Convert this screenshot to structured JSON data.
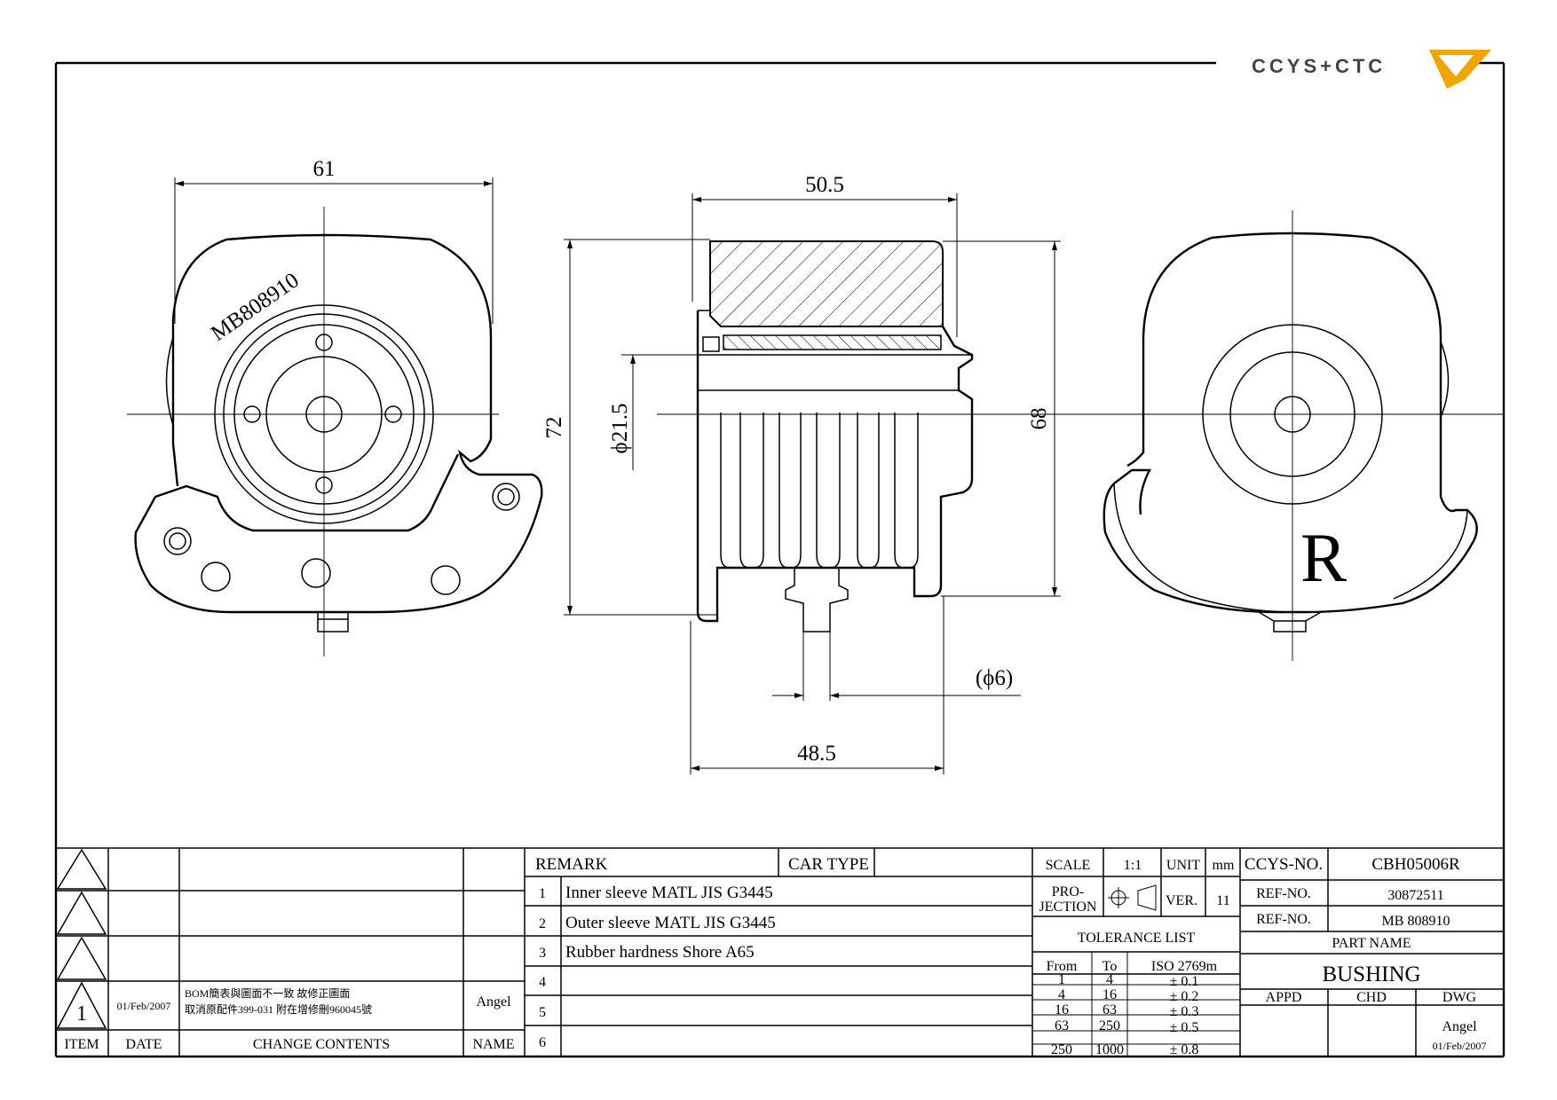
{
  "logo": {
    "text": "CCYS+CTC",
    "accent_color": "#f0a500"
  },
  "dimensions": {
    "front_width": "61",
    "part_marking": "MB808910",
    "side_top_width": "50.5",
    "overall_height": "72",
    "inner_diameter": "ϕ21.5",
    "side_height": "68",
    "pin_diameter": "(ϕ6)",
    "side_bottom_width": "48.5",
    "side_mark": "R"
  },
  "revision_table": {
    "headers": {
      "item": "ITEM",
      "date": "DATE",
      "change": "CHANGE CONTENTS",
      "name": "NAME"
    },
    "rows": [
      {
        "item": "",
        "date": "",
        "change": "",
        "name": ""
      },
      {
        "item": "",
        "date": "",
        "change": "",
        "name": ""
      },
      {
        "item": "",
        "date": "",
        "change": "",
        "name": ""
      },
      {
        "item": "1",
        "date": "01/Feb/2007",
        "change_line1": "BOM簡表與圖面不一致 故修正圖面",
        "change_line2": "取消原配件399-031 附在增修刪960045號",
        "name": "Angel"
      }
    ]
  },
  "remark_table": {
    "remark_label": "REMARK",
    "car_type_label": "CAR TYPE",
    "rows": [
      {
        "no": "1",
        "text": "Inner sleeve MATL JIS G3445"
      },
      {
        "no": "2",
        "text": "Outer sleeve MATL JIS G3445"
      },
      {
        "no": "3",
        "text": "Rubber hardness Shore A65"
      },
      {
        "no": "4",
        "text": ""
      },
      {
        "no": "5",
        "text": ""
      },
      {
        "no": "6",
        "text": ""
      }
    ]
  },
  "title_block": {
    "scale_label": "SCALE",
    "scale": "1:1",
    "unit_label": "UNIT",
    "unit": "mm",
    "projection_line1": "PRO-",
    "projection_line2": "JECTION",
    "ver_label": "VER.",
    "ver": "11",
    "tolerance_title": "TOLERANCE LIST",
    "tol_headers": {
      "from": "From",
      "to": "To",
      "iso": "ISO 2769m"
    },
    "tolerances": [
      {
        "from": "1",
        "to": "4",
        "tol": "± 0.1"
      },
      {
        "from": "4",
        "to": "16",
        "tol": "± 0.2"
      },
      {
        "from": "16",
        "to": "63",
        "tol": "± 0.3"
      },
      {
        "from": "63",
        "to": "250",
        "tol": "± 0.5"
      },
      {
        "from": "250",
        "to": "1000",
        "tol": "± 0.8"
      }
    ],
    "ccys_no_label": "CCYS-NO.",
    "ccys_no": "CBH05006R",
    "ref_no_label_1": "REF-NO.",
    "ref_no_1": "30872511",
    "ref_no_label_2": "REF-NO.",
    "ref_no_2": "MB 808910",
    "part_name_label": "PART NAME",
    "part_name": "BUSHING",
    "appd_label": "APPD",
    "chd_label": "CHD",
    "dwg_label": "DWG",
    "dwg_name": "Angel",
    "dwg_date": "01/Feb/2007"
  }
}
